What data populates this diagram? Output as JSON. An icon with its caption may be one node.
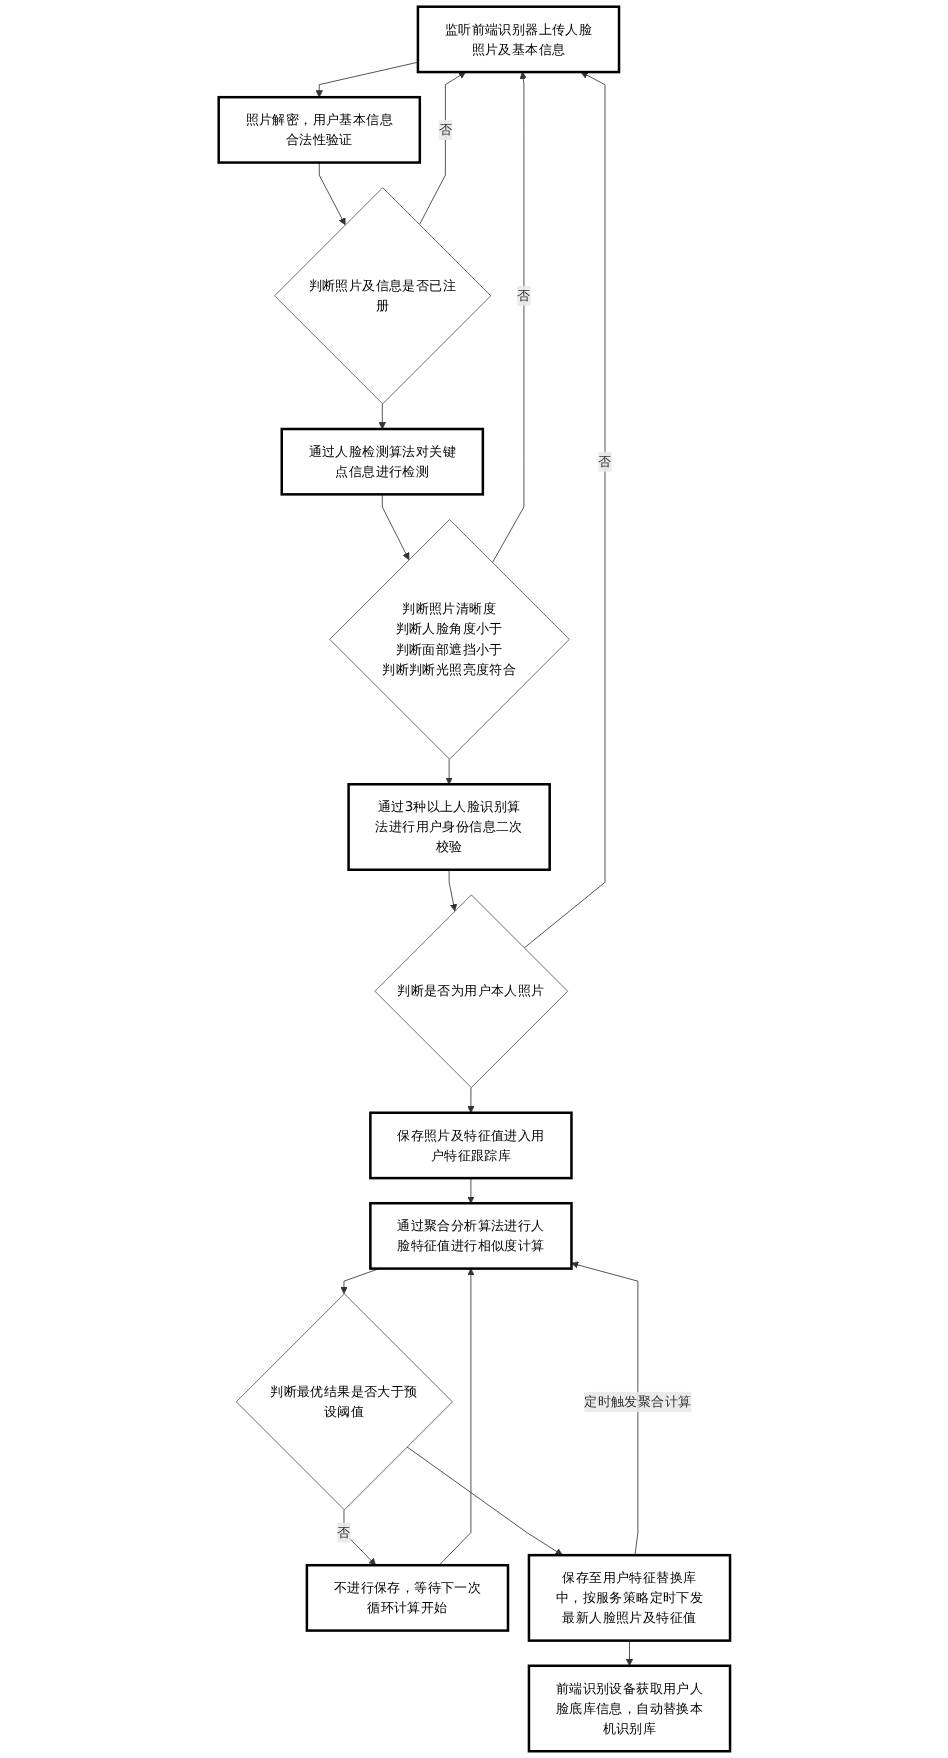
{
  "diagram": {
    "nodes": [
      {
        "text": [
          "监听前端识别器上传人脸照片及基本信息"
        ]
      },
      {
        "text": [
          "照片解密，用户基本信息合法性验证"
        ]
      },
      {
        "text": [
          "判断照片及信息是否已注册"
        ]
      },
      {
        "text": [
          "通过人脸检测算法对关键点信息进行检测"
        ]
      },
      {
        "text": [
          "判断照片清晰度",
          "判断人脸角度小于",
          "判断面部遮挡小于",
          "判断判断光照亮度符合"
        ]
      },
      {
        "text": [
          "通过3种以上人脸识别算法进行用户身份信息二次校验"
        ]
      },
      {
        "text": [
          "判断是否为用户本人照片"
        ]
      },
      {
        "text": [
          "保存照片及特征值进入用户特征跟踪库"
        ]
      },
      {
        "text": [
          "通过聚合分析算法进行人脸特征值进行相似度计算"
        ]
      },
      {
        "text": [
          "判断最优结果是否大于预设阈值"
        ]
      },
      {
        "text": [
          "不进行保存，等待下一次循环计算开始"
        ]
      },
      {
        "text": [
          "保存至用户特征替换库中，按服务策略定时下发最新人脸照片及特征值"
        ]
      },
      {
        "text": [
          "前端识别设备获取用户人脸底库信息，自动替换本机识别库"
        ]
      }
    ],
    "edges": [
      {
        "from": 0,
        "to": 1,
        "arrow": "to"
      },
      {
        "from": 1,
        "to": 2,
        "arrow": "to"
      },
      {
        "from": 2,
        "to": 3,
        "arrow": "to"
      },
      {
        "from": 2,
        "to": 0,
        "arrow": "to",
        "label": "否"
      },
      {
        "from": 3,
        "to": 4,
        "arrow": "to"
      },
      {
        "from": 4,
        "to": 0,
        "arrow": "to",
        "label": "否"
      },
      {
        "from": 4,
        "to": 5,
        "arrow": "to"
      },
      {
        "from": 5,
        "to": 6,
        "arrow": "to"
      },
      {
        "from": 6,
        "to": 0,
        "arrow": "to",
        "label": "否"
      },
      {
        "from": 6,
        "to": 7,
        "arrow": "to"
      },
      {
        "from": 7,
        "to": 8,
        "arrow": "to"
      },
      {
        "from": 8,
        "to": 9,
        "arrow": "to"
      },
      {
        "from": 9,
        "to": 10,
        "arrow": "to",
        "label": "否"
      },
      {
        "from": 10,
        "to": 8,
        "arrow": "to"
      },
      {
        "from": 9,
        "to": 11,
        "arrow": "to"
      },
      {
        "from": 11,
        "to": 8,
        "arrow": "to",
        "label": "定时触发聚合计算"
      },
      {
        "from": 11,
        "to": 12,
        "arrow": "to"
      }
    ]
  }
}
